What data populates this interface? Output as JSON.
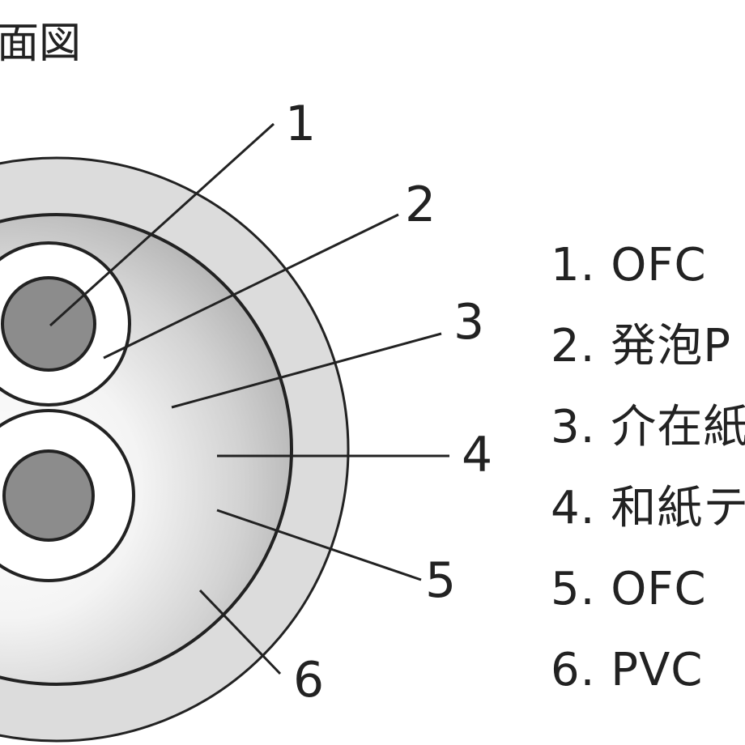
{
  "title_fragment": "面図",
  "callout_numbers": [
    "1",
    "2",
    "3",
    "4",
    "5",
    "6"
  ],
  "legend": [
    {
      "label": "1. OFC",
      "clipped": true
    },
    {
      "label": "2. 発泡P",
      "clipped": true
    },
    {
      "label": "3. 介在紙",
      "clipped": true
    },
    {
      "label": "4. 和紙テ",
      "clipped": true
    },
    {
      "label": "5. OFC",
      "clipped": true
    },
    {
      "label": "6. PVC",
      "clipped": true
    }
  ],
  "colors": {
    "jacket": "#dcdcdc",
    "conductor": "#8c8c8c",
    "insulation": "#ffffff",
    "outline": "#222222",
    "filler_light": "#ffffff",
    "filler_dark": "#bdbdbd"
  }
}
